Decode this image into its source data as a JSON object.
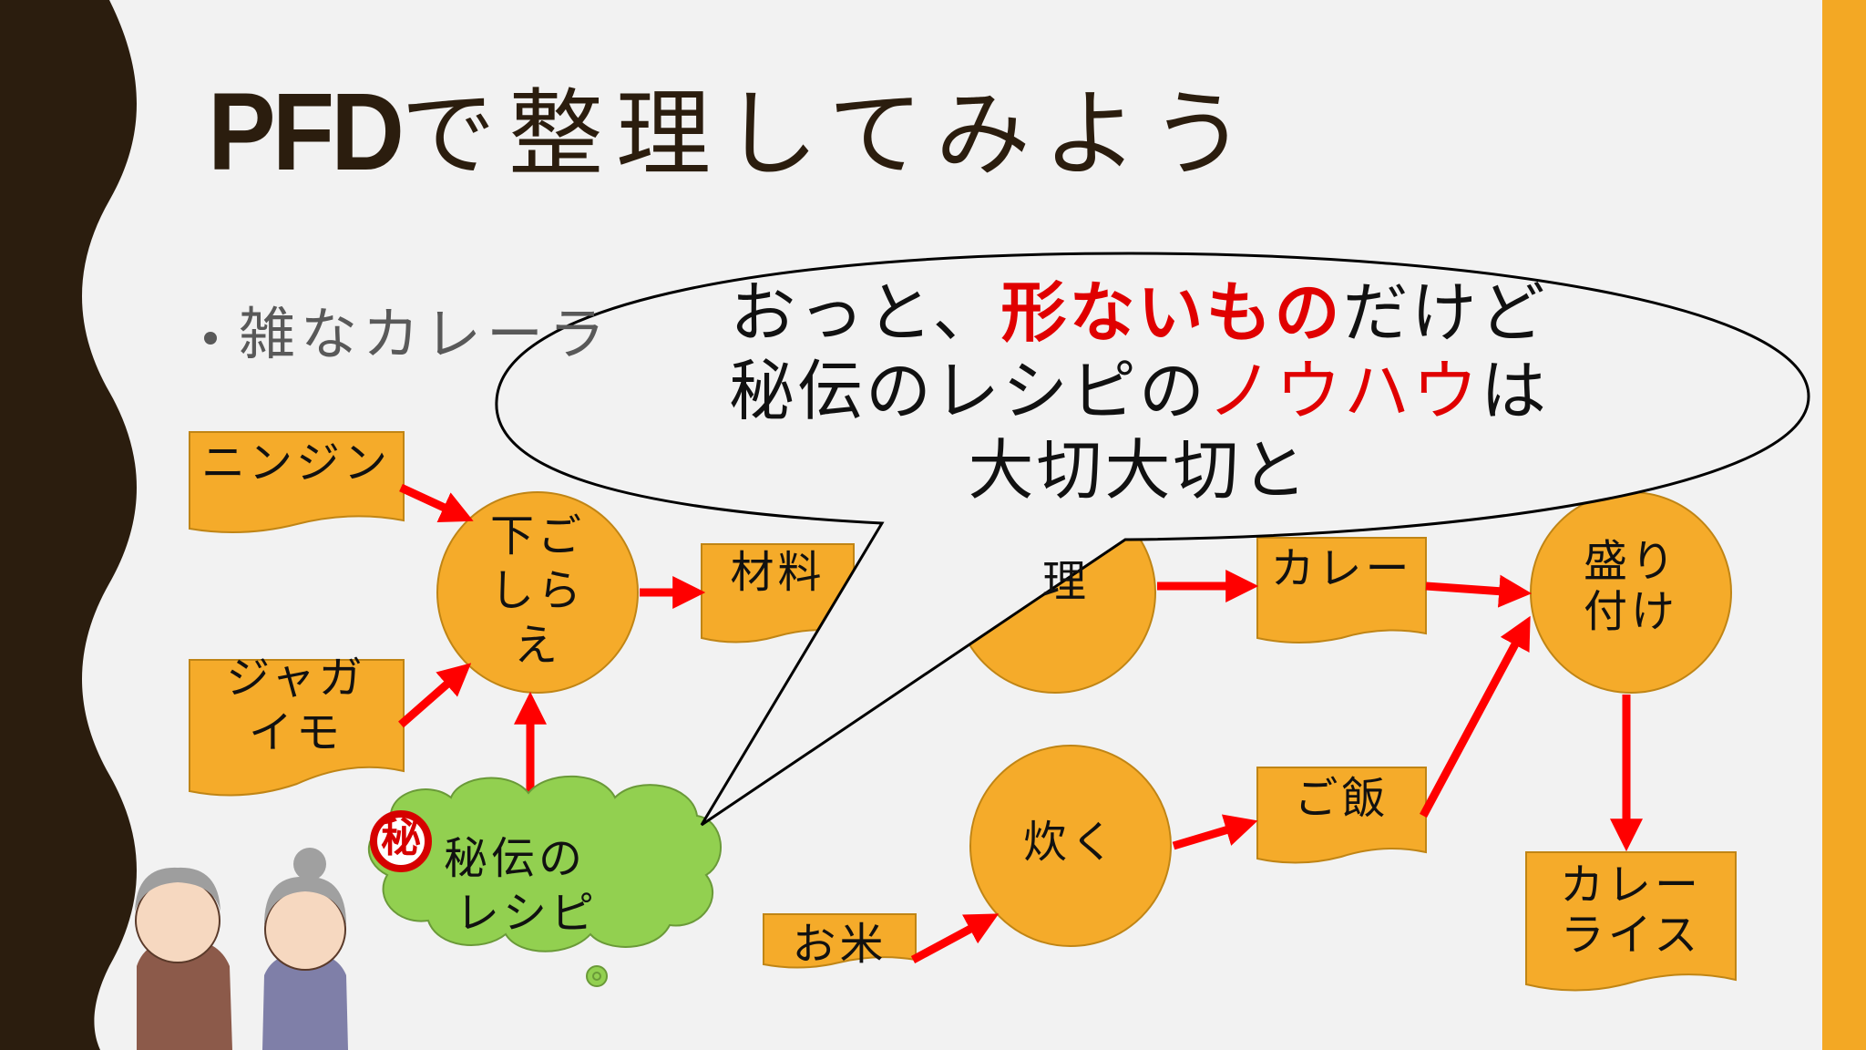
{
  "slide": {
    "title_pfd": "PFD",
    "title_rest": "で整理してみよう",
    "bullet": "雑なカレーラ"
  },
  "speech": {
    "line1_pre": "おっと、",
    "line1_red": "形ないもの",
    "line1_post": "だけど",
    "line2_pre": "秘伝のレシピの",
    "line2_red": "ノウハウ",
    "line2_post": "は",
    "line3": "大切大切と"
  },
  "nodes": {
    "ninjin": "ニンジン",
    "jagaimo_1": "ジャガ",
    "jagaimo_2": "イモ",
    "shitagoshirae_1": "下ご",
    "shitagoshirae_2": "しら",
    "shitagoshirae_3": "え",
    "zairyo": "材料",
    "chori_partial": "理",
    "curry": "カレー",
    "moritsuke_1": "盛り",
    "moritsuke_2": "付け",
    "secret_1": "秘伝の",
    "secret_2": "レシピ",
    "secret_mark": "秘",
    "takuku": "炊く",
    "gohan": "ご飯",
    "okome": "お米",
    "curry_rice_1": "カレー",
    "curry_rice_2": "ライス"
  },
  "colors": {
    "shape_fill": "#f5ab2a",
    "arrow": "#ff0000",
    "cloud": "#92d050",
    "emphasis": "#e00000",
    "left_band": "#2b1d0e",
    "right_band": "#f3a824"
  }
}
